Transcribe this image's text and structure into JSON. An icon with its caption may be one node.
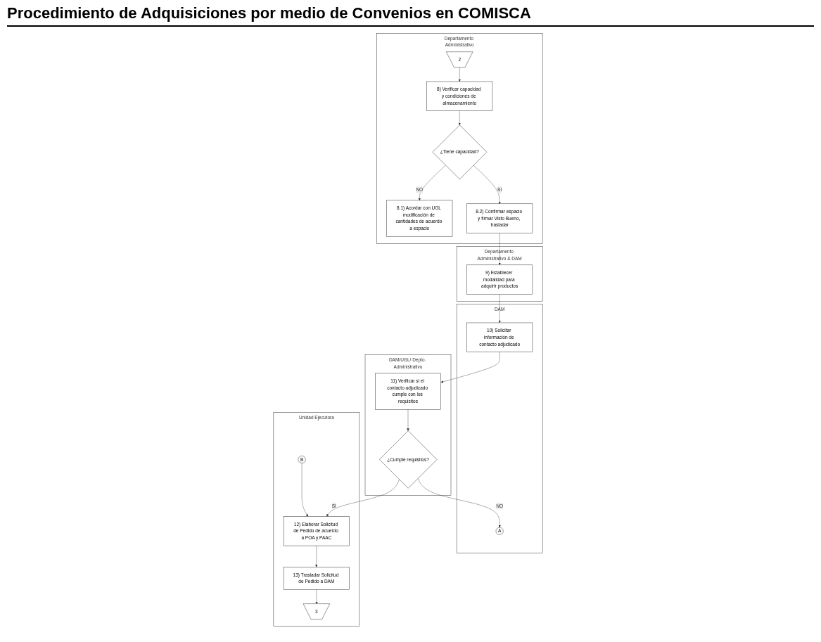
{
  "diagram": {
    "title": "Procedimiento de Adquisiciones por medio de Convenios en COMISCA",
    "nodes": [
      {
        "text": [
          "Departamento Administrativo"
        ]
      },
      {
        "text": [
          "Departamento Administrativo & DAM"
        ]
      },
      {
        "text": [
          "DAM"
        ]
      },
      {
        "text": [
          "DAM/UGL/ Depto. Administrativo"
        ]
      },
      {
        "text": [
          "Unidad Ejecutora"
        ]
      },
      {
        "text": [
          "2"
        ],
        "in": 0
      },
      {
        "text": [
          "8) Verificar capacidad y condiciones de almacenamiento"
        ],
        "in": 0
      },
      {
        "text": [
          "¿Tiene capacidad?"
        ],
        "in": 0
      },
      {
        "text": [
          "8.1) Acordar con UGL modificación de cantidades de acuerdo a espacio"
        ],
        "in": 0
      },
      {
        "text": [
          "8.2) Confirmar espacio y firmar Visto Bueno, trasladar"
        ],
        "in": 0
      },
      {
        "text": [
          "9) Establecer modalidad para adquirir productos"
        ],
        "in": 1
      },
      {
        "text": [
          "10) Solicitar información de contacto adjudicado"
        ],
        "in": 2
      },
      {
        "text": [
          "11) Verificar si el contacto adjudicado cumple con los requisitos"
        ],
        "in": 3
      },
      {
        "text": [
          "¿Cumple requisitos?"
        ],
        "in": 3
      },
      {
        "text": [
          "A"
        ],
        "in": 2
      },
      {
        "text": [
          "B"
        ],
        "in": 4
      },
      {
        "text": [
          "12) Elaborar Solicitud de Pedido de acuerdo a POA y PAAC"
        ],
        "in": 4
      },
      {
        "text": [
          "13) Trasladar Solicitud de Pedido a DAM"
        ],
        "in": 4
      },
      {
        "text": [
          "3"
        ],
        "in": 4
      }
    ],
    "edges": [
      {
        "from": 5,
        "to": 6,
        "arrow": "to"
      },
      {
        "from": 6,
        "to": 7,
        "arrow": "to"
      },
      {
        "from": 7,
        "to": 8,
        "arrow": "to",
        "label": "NO"
      },
      {
        "from": 7,
        "to": 9,
        "arrow": "to",
        "label": "SI"
      },
      {
        "from": 9,
        "to": 10,
        "arrow": "to"
      },
      {
        "from": 10,
        "to": 11,
        "arrow": "to"
      },
      {
        "from": 11,
        "to": 12,
        "arrow": "to"
      },
      {
        "from": 12,
        "to": 13,
        "arrow": "to"
      },
      {
        "from": 13,
        "to": 14,
        "arrow": "to",
        "label": "NO"
      },
      {
        "from": 13,
        "to": 16,
        "arrow": "to",
        "label": "SI"
      },
      {
        "from": 15,
        "to": 16,
        "arrow": "to"
      },
      {
        "from": 16,
        "to": 17,
        "arrow": "to"
      },
      {
        "from": 17,
        "to": 18,
        "arrow": "to"
      }
    ]
  }
}
